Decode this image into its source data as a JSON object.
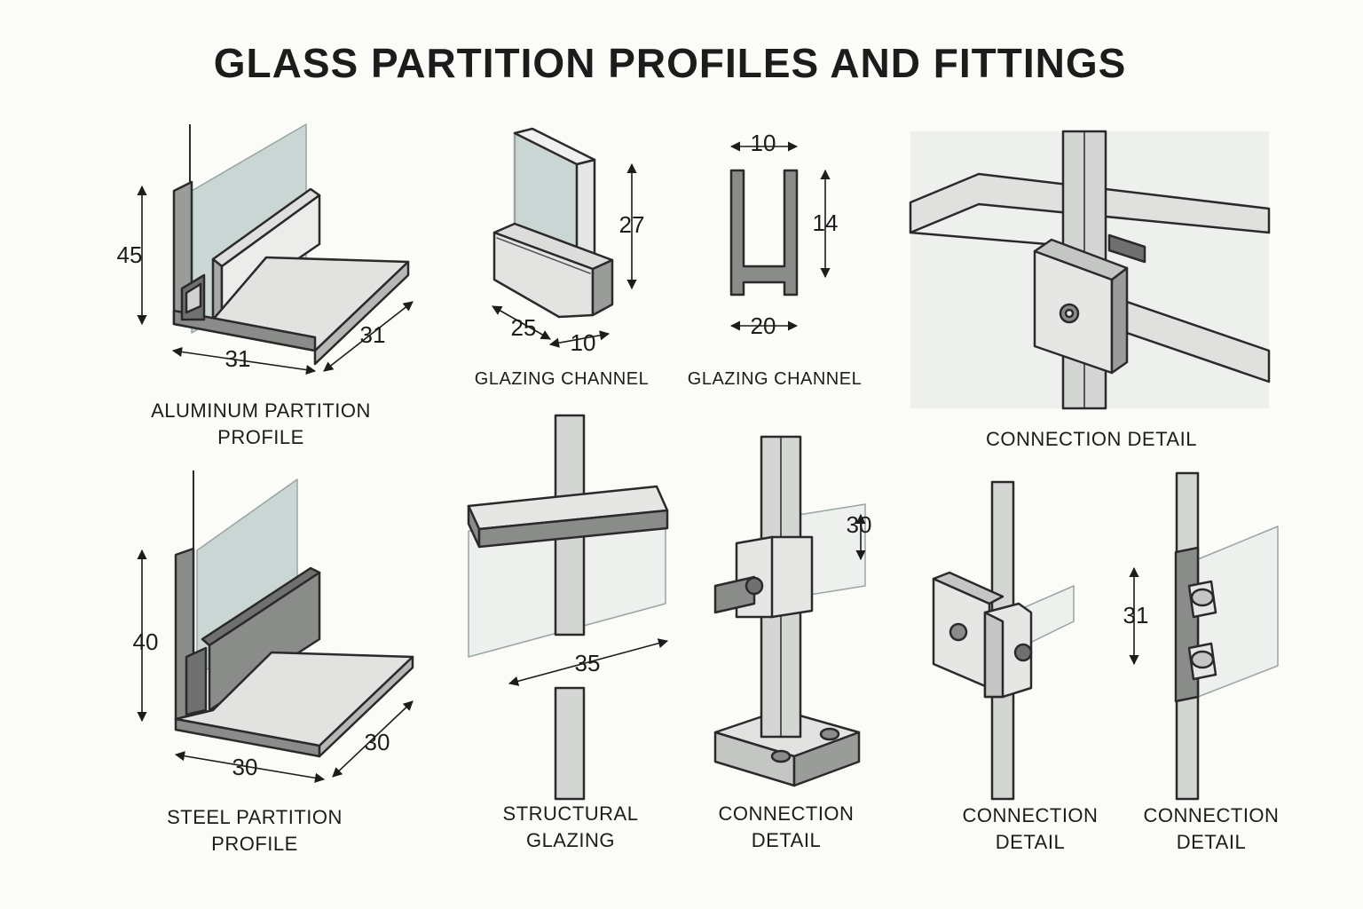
{
  "title": "GLASS PARTITION PROFILES AND FITTINGS",
  "labels": {
    "aluminum_profile": [
      "ALUMINUM PARTITION",
      "PROFILE"
    ],
    "glazing_channel_1": "GLAZING CHANNEL",
    "glazing_channel_2": "GLAZING CHANNEL",
    "connection_top": "CONNECTION DETAIL",
    "steel_profile": [
      "STEEL PARTITION",
      "PROFILE"
    ],
    "structural_glazing": [
      "STRUCTURAL",
      "GLAZING"
    ],
    "connection_mid": [
      "CONNECTION",
      "DETAIL"
    ],
    "connection_br1": [
      "CONNECTION",
      "DETAIL"
    ],
    "connection_br2": [
      "CONNECTION",
      "DETAIL"
    ]
  },
  "dimensions": {
    "aluminum_height": "45",
    "aluminum_width": "31",
    "aluminum_depth": "31",
    "channel1_height": "27",
    "channel1_depth": "25",
    "channel1_gap": "10",
    "channel2_top": "10",
    "channel2_height": "14",
    "channel2_bottom": "20",
    "steel_height": "40",
    "steel_width": "30",
    "steel_depth": "30",
    "structural_width": "35",
    "connection_mid_offset": "30",
    "connection_br_spacing": "31"
  },
  "colors": {
    "glass": "#c9d6d4",
    "metal_light": "#e6e7e5",
    "metal_mid": "#c4c6c3",
    "metal_dark": "#8a8c8a",
    "stroke": "#2a2a2a"
  }
}
